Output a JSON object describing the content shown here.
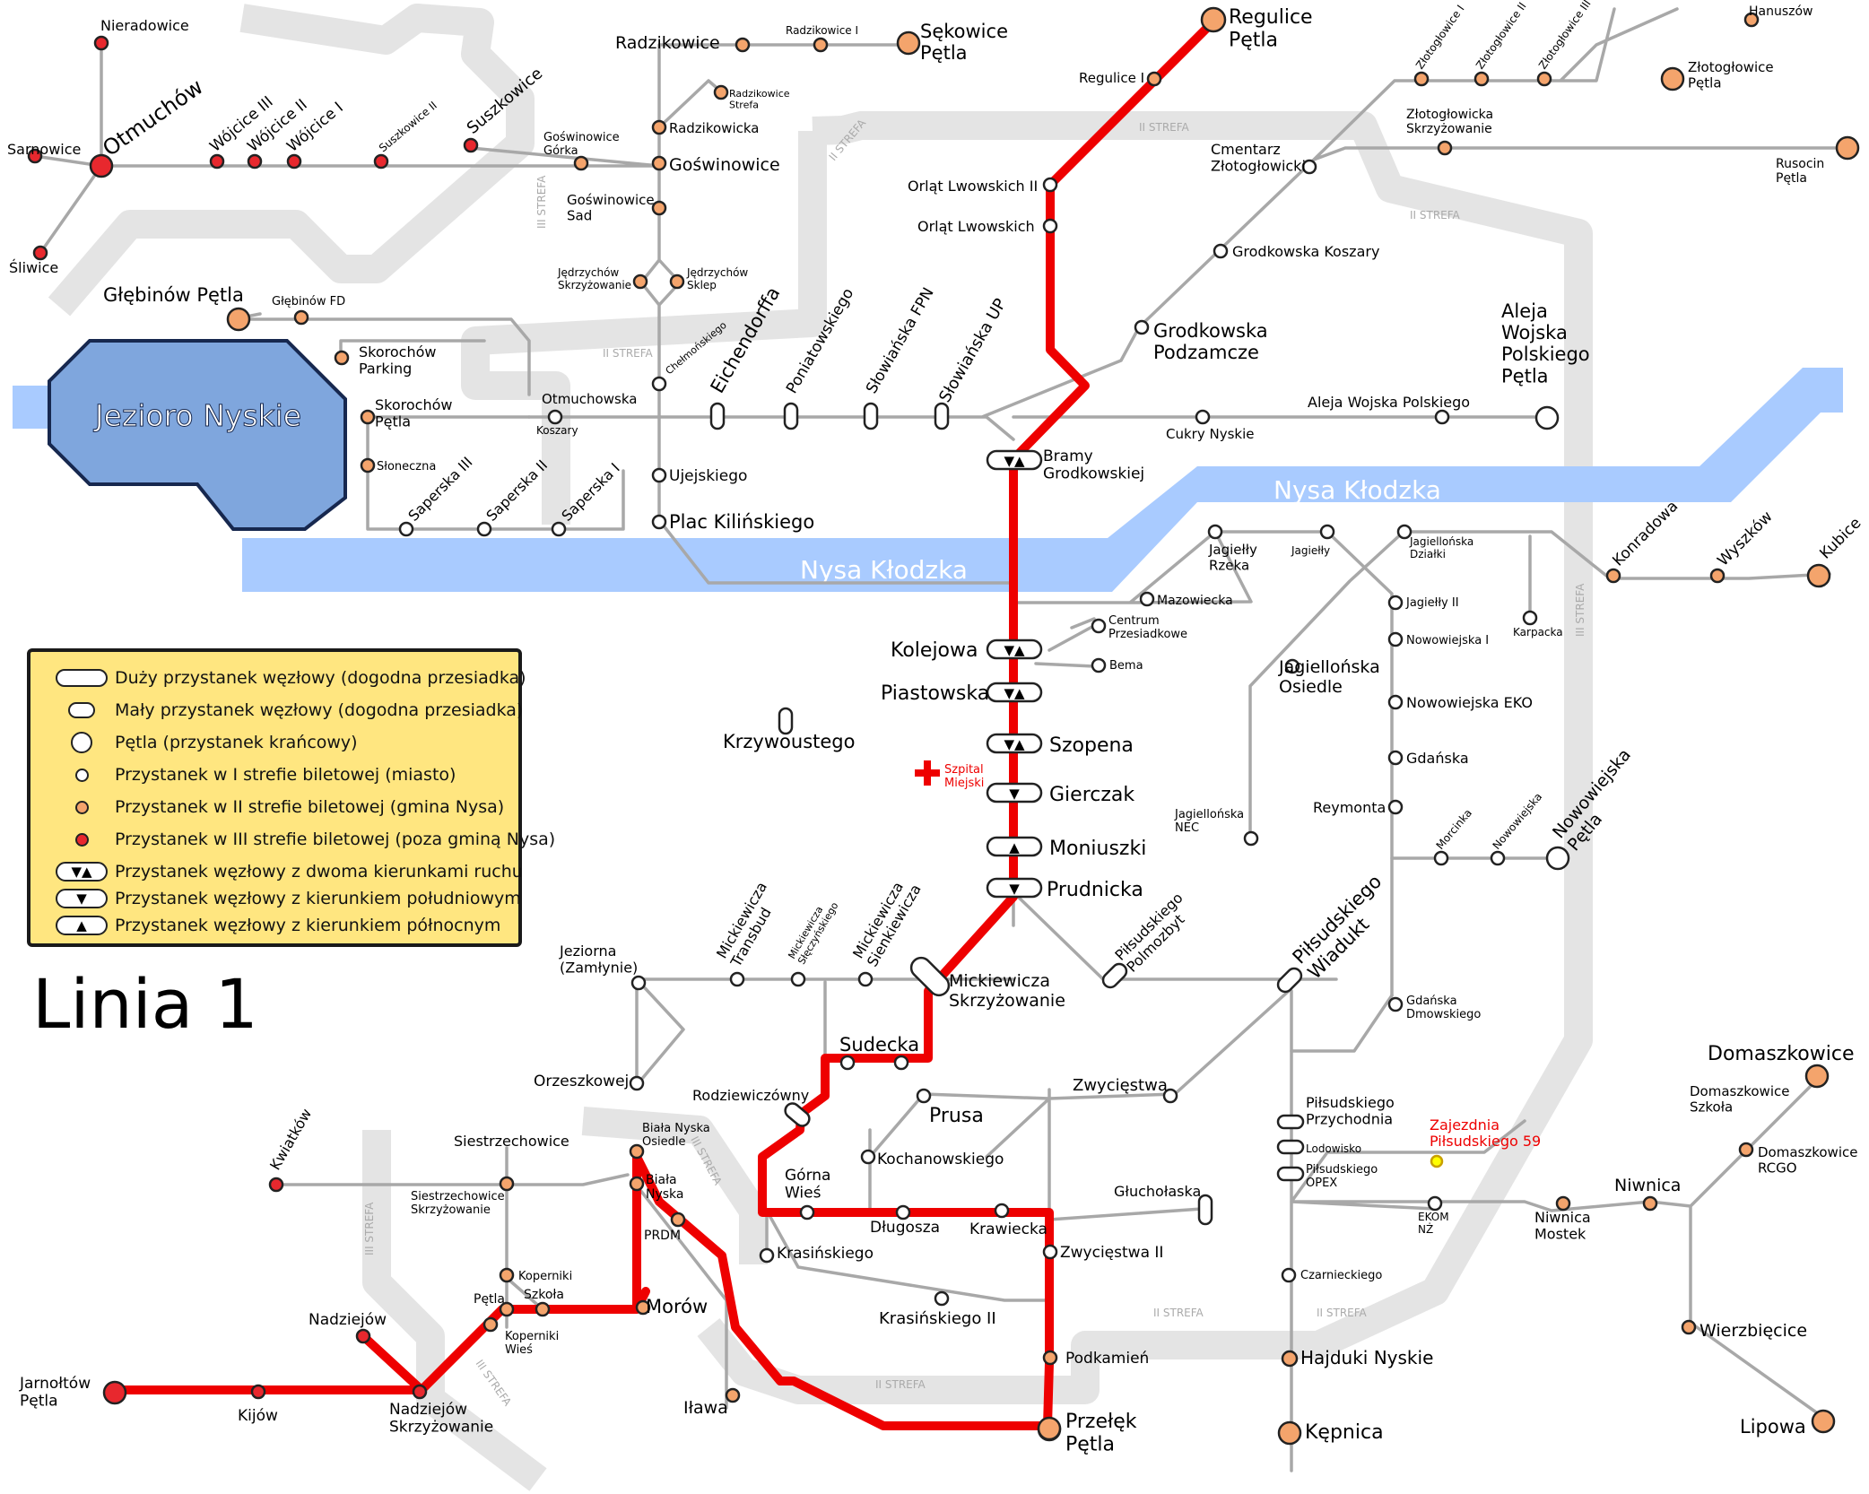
{
  "title": "Linia 1",
  "colors": {
    "line": "#ee0000",
    "zone_band": "#e4e4e4",
    "river": "#a9cbff",
    "lake": "#7fa6dd",
    "zone1": "#ffffff",
    "zone2": "#f4a46c",
    "zone3": "#e8282e",
    "legend_bg": "#ffe680"
  },
  "lake_label": "Jezioro Nyskie",
  "rivers": [
    "Nysa Kłodzka",
    "Nysa Kłodzka"
  ],
  "zones": [
    "III STREFA",
    "II STREFA",
    "II STREFA",
    "II STREFA",
    "III STREFA",
    "II STREFA",
    "III STREFA",
    "III STREFA",
    "II STREFA",
    "II STREFA",
    "II STREFA",
    "III STREFA"
  ],
  "hospital": "Szpital Miejski",
  "depot": "Zajezdnia Piłsudskiego 59",
  "legend": [
    {
      "icon": "pill-big",
      "label": "Duży przystanek węzłowy (dogodna przesiadka)"
    },
    {
      "icon": "pill-small",
      "label": "Mały przystanek węzłowy (dogodna przesiadka)"
    },
    {
      "icon": "terminus",
      "label": "Pętla (przystanek krańcowy)"
    },
    {
      "icon": "stop-zone1",
      "label": "Przystanek w I strefie biletowej (miasto)"
    },
    {
      "icon": "stop-zone2",
      "label": "Przystanek w II strefie biletowej (gmina Nysa)"
    },
    {
      "icon": "stop-zone3",
      "label": "Przystanek w III strefie biletowej (poza gminą Nysa)"
    },
    {
      "icon": "arrows-both",
      "label": "Przystanek węzłowy z dwoma kierunkami ruchu"
    },
    {
      "icon": "arrow-south",
      "label": "Przystanek węzłowy z kierunkiem południowym"
    },
    {
      "icon": "arrow-north",
      "label": "Przystanek węzłowy z kierunkiem północnym"
    }
  ],
  "stops": [
    {
      "label": "Regulice\nPętla"
    },
    {
      "label": "Regulice I"
    },
    {
      "label": "Orląt Lwowskich II"
    },
    {
      "label": "Orląt Lwowskich"
    },
    {
      "label": "Słowiańska UP"
    },
    {
      "label": "Bramy\nGrodkowskiej"
    },
    {
      "label": "Kolejowa"
    },
    {
      "label": "Piastowska"
    },
    {
      "label": "Szopena"
    },
    {
      "label": "Gierczak"
    },
    {
      "label": "Moniuszki"
    },
    {
      "label": "Prudnicka"
    },
    {
      "label": "Mickiewicza\nSkrzyżowanie"
    },
    {
      "label": "Sudecka"
    },
    {
      "label": "Rodziewiczówny"
    },
    {
      "label": "Górna\nWieś"
    },
    {
      "label": "Długosza"
    },
    {
      "label": "Krawiecka"
    },
    {
      "label": "Zwycięstwa II"
    },
    {
      "label": "Podkamień"
    },
    {
      "label": "Przełęk\nPętla"
    },
    {
      "label": "PRDM"
    },
    {
      "label": "Biała\nNyska"
    },
    {
      "label": "Biała Nyska\nOsiedle"
    },
    {
      "label": "Morów"
    },
    {
      "label": "Szkoła"
    },
    {
      "label": "Koperniki\nWieś"
    },
    {
      "label": "Pętla"
    },
    {
      "label": "Nadziejów\nSkrzyżowanie"
    },
    {
      "label": "Nadziejów"
    },
    {
      "label": "Kijów"
    },
    {
      "label": "Jarnołtów\nPętla"
    },
    {
      "label": "Nieradowice"
    },
    {
      "label": "Otmuchów"
    },
    {
      "label": "Sarnowice"
    },
    {
      "label": "Śliwice"
    },
    {
      "label": "Wójcice III"
    },
    {
      "label": "Wójcice II"
    },
    {
      "label": "Wójcice I"
    },
    {
      "label": "Suszkowice II"
    },
    {
      "label": "Suszkowice"
    },
    {
      "label": "Goświnowice\nGórka"
    },
    {
      "label": "Goświnowice"
    },
    {
      "label": "Radzikowicka"
    },
    {
      "label": "Radzikowice\nStrefa"
    },
    {
      "label": "Radzikowice"
    },
    {
      "label": "Radzikowice I"
    },
    {
      "label": "Sękowice\nPętla"
    },
    {
      "label": "Goświnowice\nSad"
    },
    {
      "label": "Jędrzychów\nSkrzyżowanie"
    },
    {
      "label": "Jędrzychów\nSklep"
    },
    {
      "label": "Chełmońskiego"
    },
    {
      "label": "Głębinów Pętla"
    },
    {
      "label": "Głębinów FD"
    },
    {
      "label": "Skorochów\nParking"
    },
    {
      "label": "Skorochów\nPętla"
    },
    {
      "label": "Słoneczna"
    },
    {
      "label": "Otmuchowska"
    },
    {
      "label": "Koszary"
    },
    {
      "label": "Saperska III"
    },
    {
      "label": "Saperska II"
    },
    {
      "label": "Saperska I"
    },
    {
      "label": "Ujejskiego"
    },
    {
      "label": "Plac Kilińskiego"
    },
    {
      "label": "Eichendorffa"
    },
    {
      "label": "Poniatowskiego"
    },
    {
      "label": "Słowiańska FPN"
    },
    {
      "label": "Krzywoustego"
    },
    {
      "label": "Cukry Nyskie"
    },
    {
      "label": "Aleja Wojska Polskiego"
    },
    {
      "label": "Aleja\nWojska\nPolskiego\nPętla"
    },
    {
      "label": "Grodkowska\nPodzamcze"
    },
    {
      "label": "Grodkowska Koszary"
    },
    {
      "label": "Cmentarz\nZłotogłowicki"
    },
    {
      "label": "Złotogłowicka\nSkrzyżowanie"
    },
    {
      "label": "Rusocin\nPętla"
    },
    {
      "label": "Złotogłowice I"
    },
    {
      "label": "Złotogłowice II"
    },
    {
      "label": "Złotogłowice III"
    },
    {
      "label": "Hanuszów"
    },
    {
      "label": "Złotogłowice\nPętla"
    },
    {
      "label": "Mazowiecka"
    },
    {
      "label": "Jagiełły\nRzeka"
    },
    {
      "label": "Jagiełły"
    },
    {
      "label": "Jagiellońska\nDziałki"
    },
    {
      "label": "Jagiełły II"
    },
    {
      "label": "Karpacka"
    },
    {
      "label": "Konradowa"
    },
    {
      "label": "Wyszków"
    },
    {
      "label": "Kubice"
    },
    {
      "label": "Centrum\nPrzesiadkowe"
    },
    {
      "label": "Bema"
    },
    {
      "label": "Jagiellońska\nOsiedle"
    },
    {
      "label": "Nowowiejska I"
    },
    {
      "label": "Nowowiejska EKO"
    },
    {
      "label": "Gdańska"
    },
    {
      "label": "Reymonta"
    },
    {
      "label": "Morcinka"
    },
    {
      "label": "Nowowiejska"
    },
    {
      "label": "Nowowiejska\nPętla"
    },
    {
      "label": "Jagiellońska\nNEC"
    },
    {
      "label": "Piłsudskiego\nPolmozbyt"
    },
    {
      "label": "Piłsudskiego\nWiadukt"
    },
    {
      "label": "Gdańska\nDmowskiego"
    },
    {
      "label": "Jeziorna\n(Zamłynie)"
    },
    {
      "label": "Mickiewicza\nTransbud"
    },
    {
      "label": "Mickiewicza\nSłęczyńskiego"
    },
    {
      "label": "Mickiewicza\nSienkiewicza"
    },
    {
      "label": "Orzeszkowej"
    },
    {
      "label": "Prusa"
    },
    {
      "label": "Zwycięstwa"
    },
    {
      "label": "Kochanowskiego"
    },
    {
      "label": "Krasińskiego"
    },
    {
      "label": "Krasińskiego II"
    },
    {
      "label": "Głuchołaska"
    },
    {
      "label": "Piłsudskiego\nPrzychodnia"
    },
    {
      "label": "Lodowisko"
    },
    {
      "label": "Piłsudskiego\nOPEX"
    },
    {
      "label": "EKOM\nNŻ"
    },
    {
      "label": "Niwnica\nMostek"
    },
    {
      "label": "Niwnica"
    },
    {
      "label": "Domaszkowice"
    },
    {
      "label": "Domaszkowice\nSzkoła"
    },
    {
      "label": "Domaszkowice\nRCGO"
    },
    {
      "label": "Wierzbięcice"
    },
    {
      "label": "Lipowa"
    },
    {
      "label": "Czarnieckiego"
    },
    {
      "label": "Hajduki Nyskie"
    },
    {
      "label": "Kępnica"
    },
    {
      "label": "Kwiatków"
    },
    {
      "label": "Siestrzechowice"
    },
    {
      "label": "Siestrzechowice\nSkrzyżowanie"
    },
    {
      "label": "Koperniki"
    },
    {
      "label": "Iława"
    }
  ]
}
